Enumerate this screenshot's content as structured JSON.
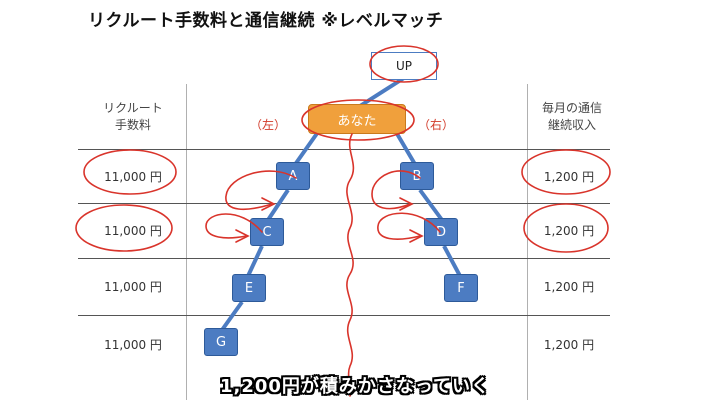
{
  "title": "リクルート手数料と通信継続 ※レベルマッチ",
  "left_header": [
    "リクルート",
    "手数料"
  ],
  "right_header": [
    "毎月の通信",
    "継続収入"
  ],
  "fees": [
    "11,000 円",
    "11,000 円",
    "11,000 円",
    "11,000 円"
  ],
  "income": [
    "1,200 円",
    "1,200 円",
    "1,200 円",
    "1,200 円"
  ],
  "nodes": {
    "up": "UP",
    "you": "あなた",
    "a": "A",
    "b": "B",
    "c": "C",
    "d": "D",
    "e": "E",
    "f": "F",
    "g": "G"
  },
  "side_labels": {
    "left": "（左）",
    "right": "（右）"
  },
  "caption": "1,200円が積みかさなっていく",
  "colors": {
    "node": "#4c7cc2",
    "you": "#f0a03c",
    "annotation": "#d23b2a",
    "line": "#4c7cc2"
  }
}
